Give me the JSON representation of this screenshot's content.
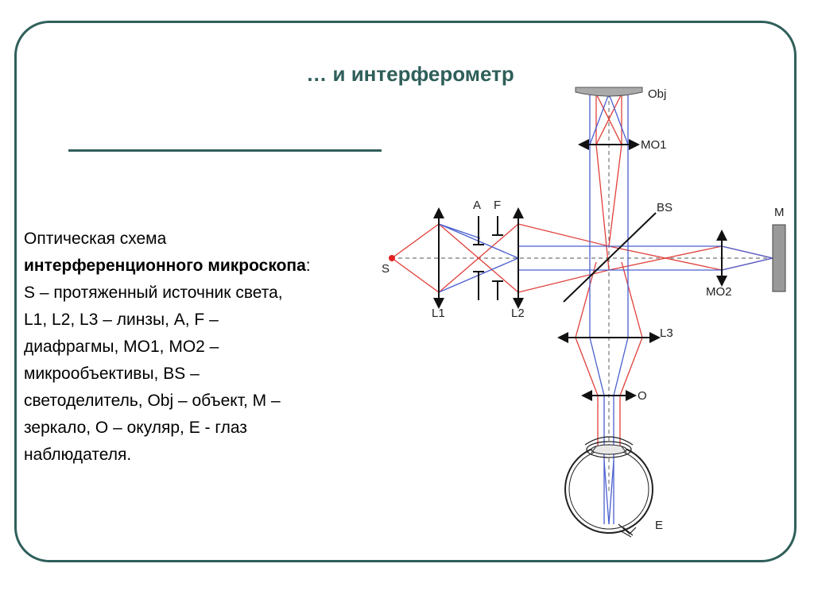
{
  "slide": {
    "title": "… и интерферометр",
    "desc_intro": "Оптическая схема",
    "desc_bold": "интерференционного микроскопа",
    "desc_colon": ":",
    "desc_l1": "S – протяженный источник света,",
    "desc_l2": "L1, L2, L3 – линзы, A, F –",
    "desc_l3": "диафрагмы, MO1, MO2 –",
    "desc_l4": "микрообъективы, BS –",
    "desc_l5": "светоделитель, Obj – объект, M –",
    "desc_l6": "зеркало, O – окуляр, E -  глаз",
    "desc_l7": "наблюдателя."
  },
  "diagram": {
    "labels": {
      "obj": "Obj",
      "mo1": "MO1",
      "a": "A",
      "f": "F",
      "bs": "BS",
      "m": "M",
      "s": "S",
      "l1": "L1",
      "l2": "L2",
      "mo2": "MO2",
      "l3": "L3",
      "o": "O",
      "e": "E"
    },
    "colors": {
      "red_ray": "#e0403a",
      "blue_ray": "#4a5fd0",
      "frame": "#2f5f5a",
      "source": "#e02020",
      "optics": "#111111"
    }
  }
}
